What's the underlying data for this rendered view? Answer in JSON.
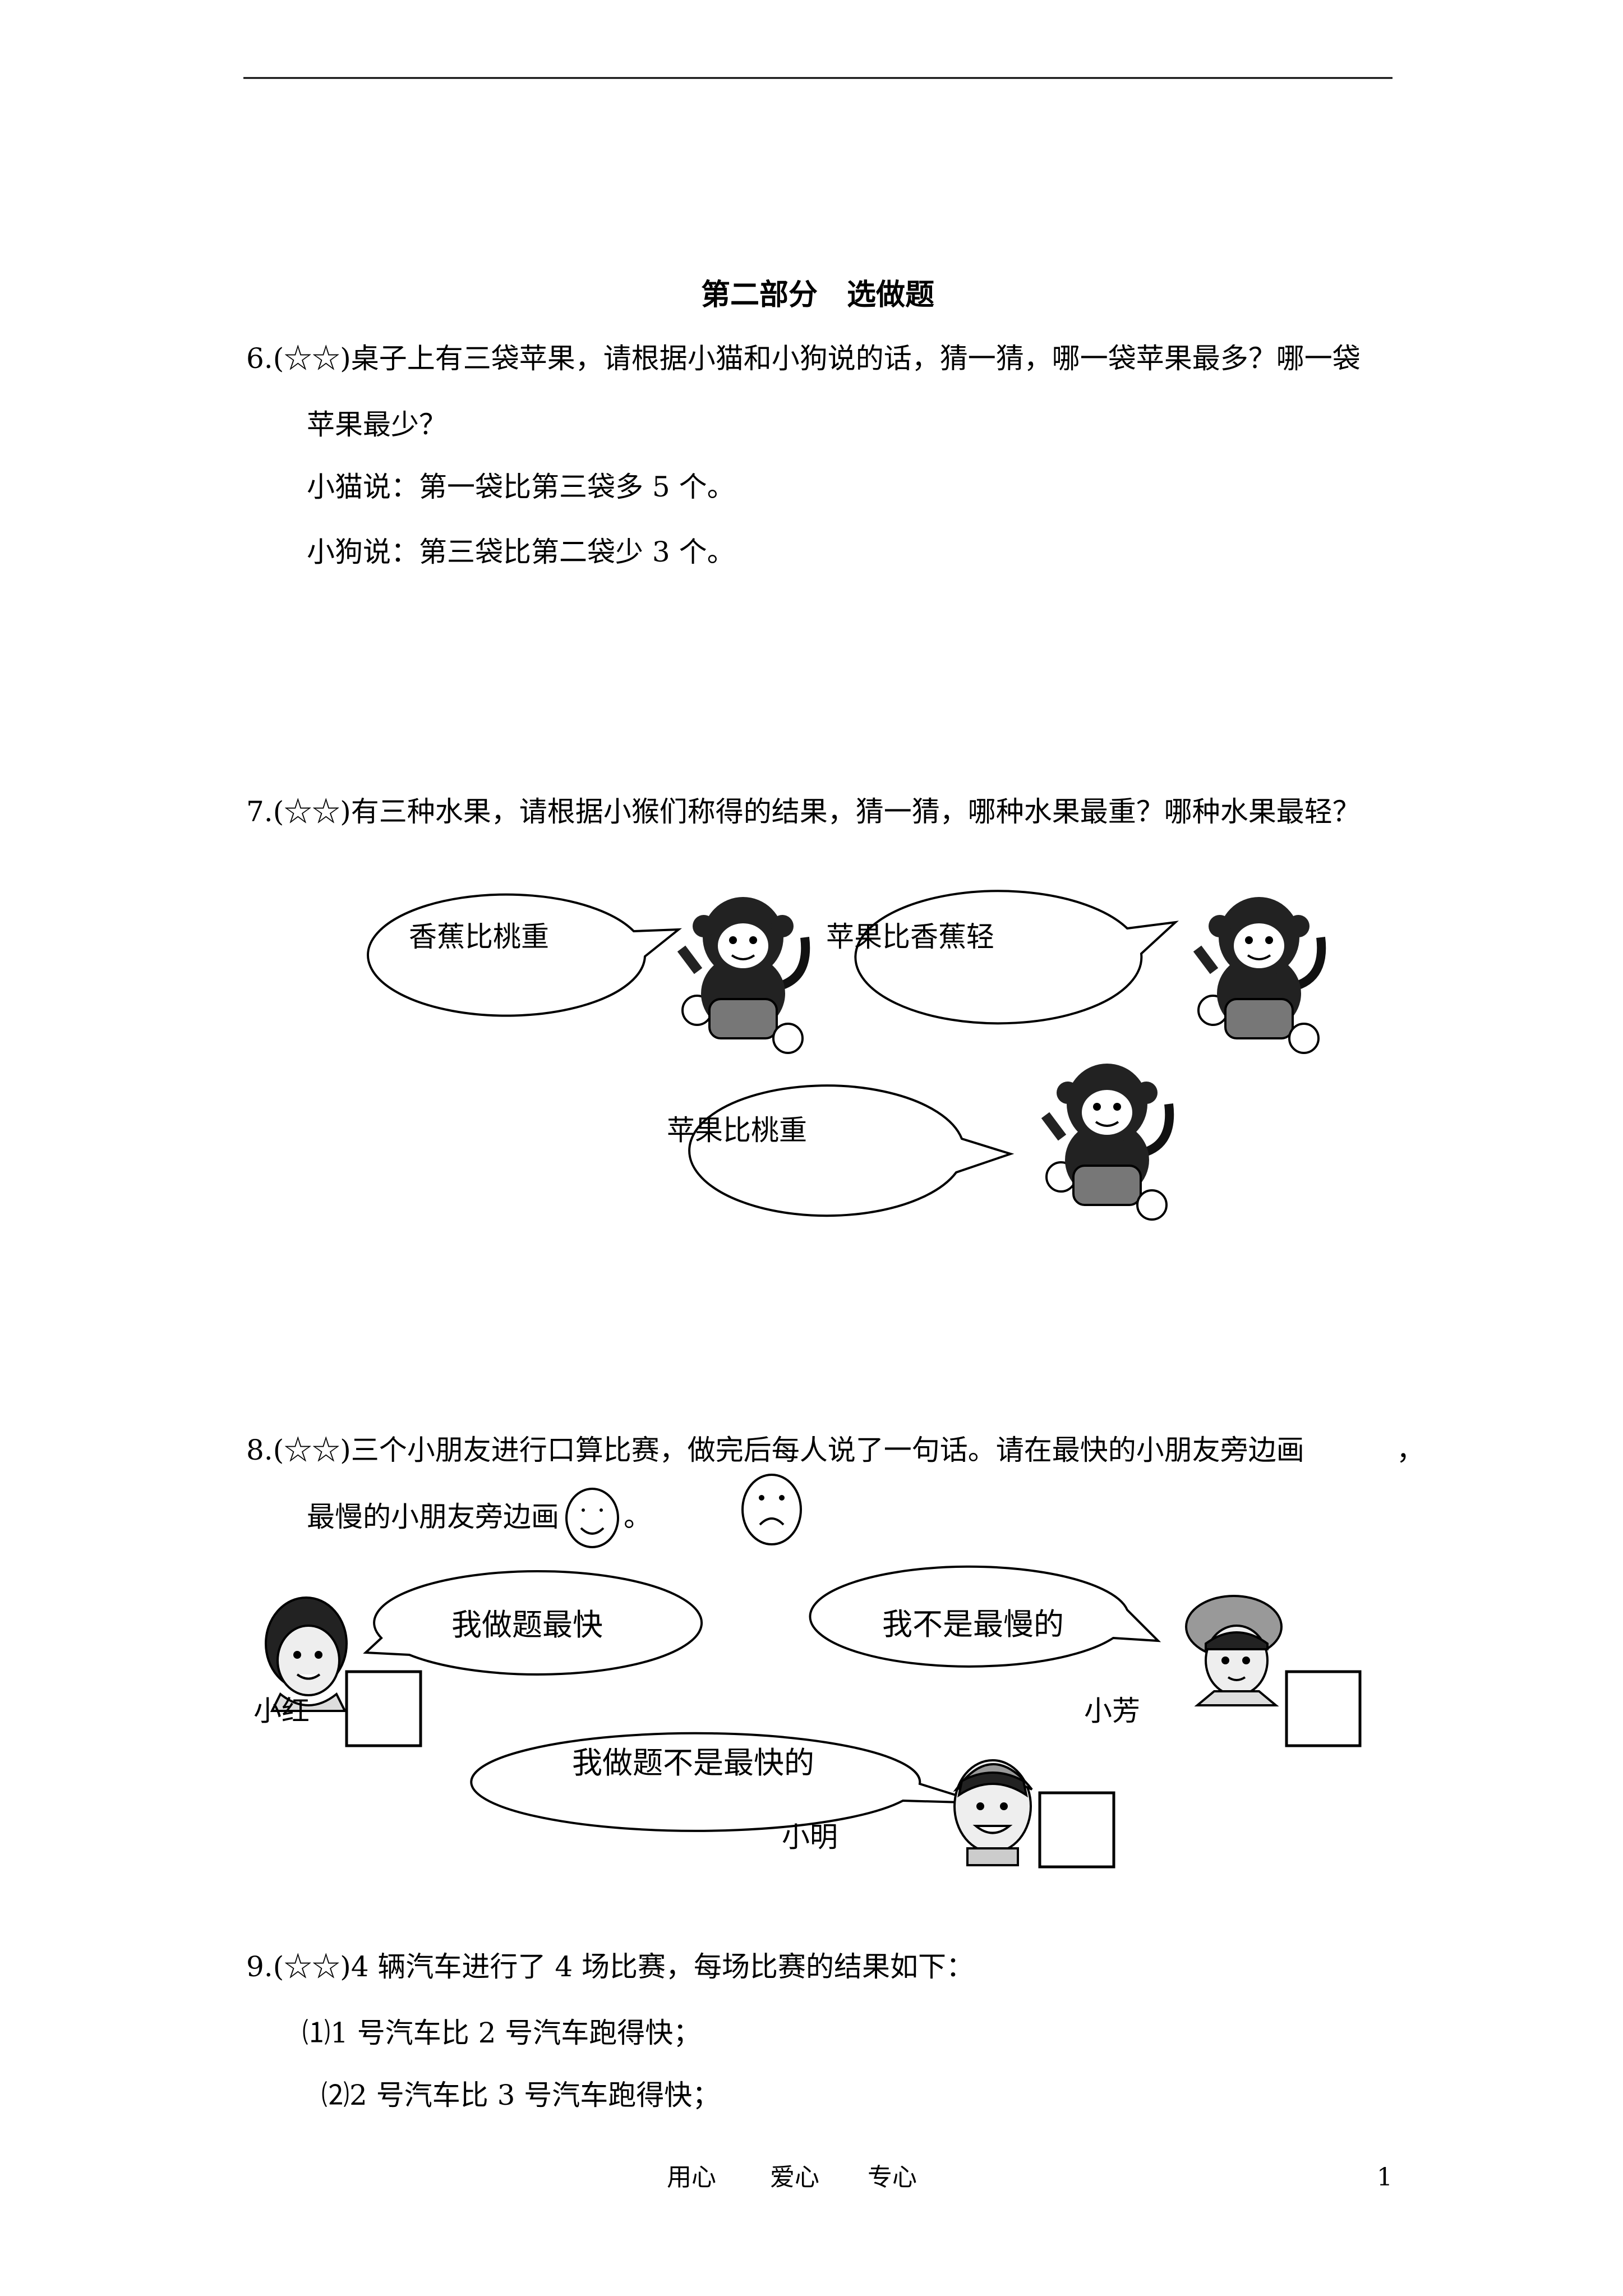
{
  "section_title": "第二部分　选做题",
  "q6": {
    "line1": "6.(☆☆)桌子上有三袋苹果，请根据小猫和小狗说的话，猜一猜，哪一袋苹果最多？哪一袋",
    "line2": "苹果最少？",
    "cat_says": "小猫说：第一袋比第三袋多 5 个。",
    "dog_says": "小狗说：第三袋比第二袋少 3 个。"
  },
  "q7": {
    "question": "7.(☆☆)有三种水果，请根据小猴们称得的结果，猜一猜，哪种水果最重？哪种水果最轻？",
    "bubbles": [
      "香蕉比桃重",
      "苹果比香蕉轻",
      "苹果比桃重"
    ]
  },
  "q8": {
    "line1": "8.(☆☆)三个小朋友进行口算比赛，做完后每人说了一句话。请在最快的小朋友旁边画",
    "comma": "，",
    "line2": "最慢的小朋友旁边画",
    "period": "。",
    "kids": [
      {
        "name": "小红",
        "says": "我做题最快"
      },
      {
        "name": "小芳",
        "says": "我不是最慢的"
      },
      {
        "name": "小明",
        "says": "我做题不是最快的"
      }
    ]
  },
  "q9": {
    "question": "9.(☆☆)4 辆汽车进行了 4 场比赛，每场比赛的结果如下：",
    "results": [
      "⑴1 号汽车比 2 号汽车跑得快；",
      "⑵2 号汽车比 3 号汽车跑得快；"
    ]
  },
  "footer": {
    "items": [
      "用心",
      "爱心",
      "专心"
    ],
    "page_number": "1"
  }
}
